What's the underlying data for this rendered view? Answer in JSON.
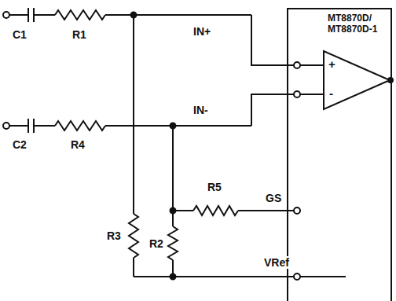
{
  "diagram": {
    "nodes": [
      {
        "text": [
          "MT8870D/ MT8870D-1"
        ]
      },
      {
        "text": [
          "+",
          "-"
        ],
        "in": 0
      }
    ],
    "labels": [
      "C1",
      "R1",
      "IN+",
      "IN-",
      "C2",
      "R4",
      "R5",
      "GS",
      "R3",
      "R2",
      "VRef"
    ]
  }
}
